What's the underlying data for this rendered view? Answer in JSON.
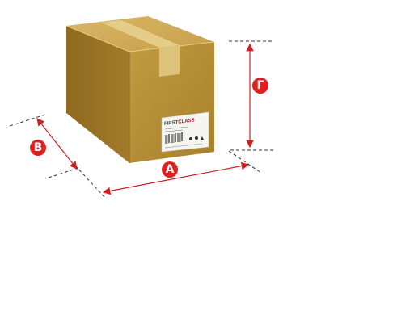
{
  "dimensions": [
    {
      "key": "width",
      "letter": "A"
    },
    {
      "key": "depth",
      "letter": "B"
    },
    {
      "key": "height",
      "letter": "Г"
    }
  ],
  "box_label": {
    "brand_left": "FIRST",
    "brand_right": "CLASS"
  },
  "colors": {
    "box_front": "#b68d34",
    "box_top": "#d2ad5c",
    "box_side": "#9c7625",
    "tape": "#e6cf8b",
    "badge": "#e0201f",
    "dim_line": "#cc2222",
    "guide_line": "#333333"
  }
}
